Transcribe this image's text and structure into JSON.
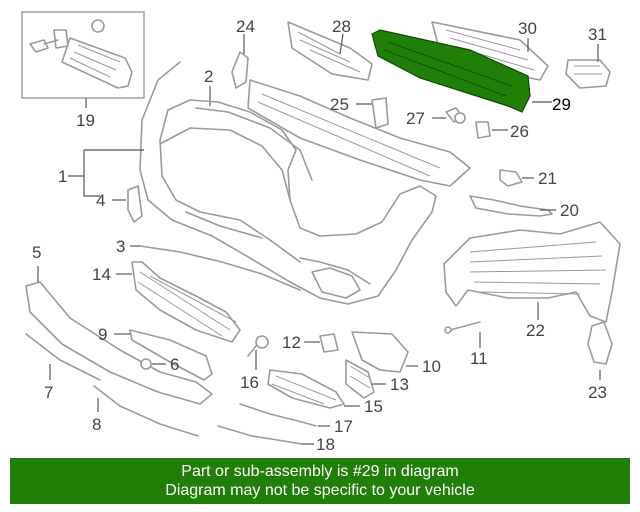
{
  "diagram": {
    "callouts": [
      {
        "id": "c1",
        "label": "1"
      },
      {
        "id": "c2",
        "label": "2"
      },
      {
        "id": "c3",
        "label": "3"
      },
      {
        "id": "c4",
        "label": "4"
      },
      {
        "id": "c5",
        "label": "5"
      },
      {
        "id": "c6",
        "label": "6"
      },
      {
        "id": "c7",
        "label": "7"
      },
      {
        "id": "c8",
        "label": "8"
      },
      {
        "id": "c9",
        "label": "9"
      },
      {
        "id": "c10",
        "label": "10"
      },
      {
        "id": "c11",
        "label": "11"
      },
      {
        "id": "c12",
        "label": "12"
      },
      {
        "id": "c13",
        "label": "13"
      },
      {
        "id": "c14",
        "label": "14"
      },
      {
        "id": "c15",
        "label": "15"
      },
      {
        "id": "c16",
        "label": "16"
      },
      {
        "id": "c17",
        "label": "17"
      },
      {
        "id": "c18",
        "label": "18"
      },
      {
        "id": "c19",
        "label": "19"
      },
      {
        "id": "c20",
        "label": "20"
      },
      {
        "id": "c21",
        "label": "21"
      },
      {
        "id": "c22",
        "label": "22"
      },
      {
        "id": "c23",
        "label": "23"
      },
      {
        "id": "c24",
        "label": "24"
      },
      {
        "id": "c25",
        "label": "25"
      },
      {
        "id": "c26",
        "label": "26"
      },
      {
        "id": "c27",
        "label": "27"
      },
      {
        "id": "c28",
        "label": "28"
      },
      {
        "id": "c29",
        "label": "29"
      },
      {
        "id": "c30",
        "label": "30"
      },
      {
        "id": "c31",
        "label": "31"
      }
    ],
    "highlighted_part": "29",
    "highlight_color": "#1f7f07",
    "line_color": "#9a9a9a"
  },
  "banner": {
    "line1": "Part or sub-assembly is #29 in diagram",
    "line2": "Diagram may not be specific to your vehicle",
    "background": "#1f7f07",
    "text_color": "#ffffff"
  }
}
